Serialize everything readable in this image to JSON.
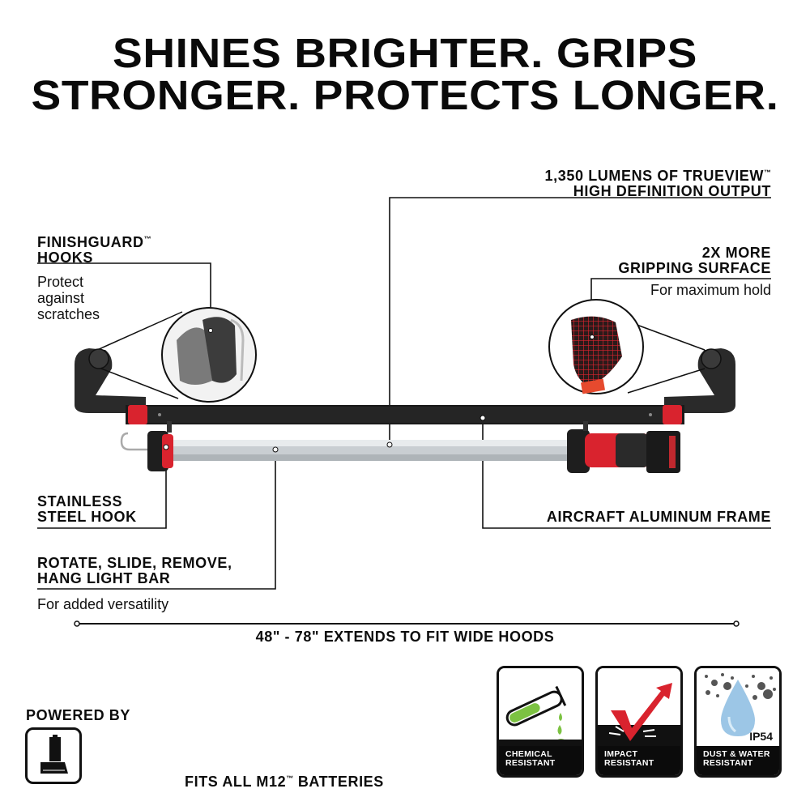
{
  "headline": {
    "line1": "SHINES BRIGHTER. GRIPS",
    "line2": "STRONGER. PROTECTS LONGER."
  },
  "callouts": {
    "lumens": {
      "line1": "1,350 LUMENS OF TRUEVIEW",
      "tm": "™",
      "line2": "HIGH DEFINITION OUTPUT"
    },
    "finishguard": {
      "line1": "FINISHGUARD",
      "tm": "™",
      "line2": "HOOKS",
      "desc1": "Protect",
      "desc2": "against",
      "desc3": "scratches"
    },
    "gripping": {
      "line1": "2X MORE",
      "line2": "GRIPPING SURFACE",
      "desc": "For maximum hold"
    },
    "hook": {
      "line1": "STAINLESS",
      "line2": "STEEL HOOK"
    },
    "frame": {
      "label": "AIRCRAFT ALUMINUM FRAME"
    },
    "rotate": {
      "line1": "ROTATE, SLIDE, REMOVE,",
      "line2": "HANG LIGHT BAR",
      "desc": "For added versatility"
    },
    "extends": {
      "label": "48\" - 78\" EXTENDS TO FIT WIDE HOODS"
    }
  },
  "power": {
    "title": "POWERED BY",
    "batteries_pre": "FITS ALL M12",
    "batteries_tm": "™",
    "batteries_post": " BATTERIES",
    "icon": "battery-icon"
  },
  "features": [
    {
      "line1": "CHEMICAL",
      "line2": "RESISTANT",
      "icon": "test-tube-icon"
    },
    {
      "line1": "IMPACT",
      "line2": "RESISTANT",
      "icon": "check-arrow-icon"
    },
    {
      "line1": "DUST & WATER",
      "line2": "RESISTANT",
      "icon": "water-drop-icon",
      "badge": "IP54"
    }
  ],
  "colors": {
    "brand_red": "#d9232e",
    "frame_black": "#1a1a1a",
    "light_bar": "#cfd3d6",
    "chemical_green": "#7cc242",
    "water_blue": "#9cc6e6"
  }
}
